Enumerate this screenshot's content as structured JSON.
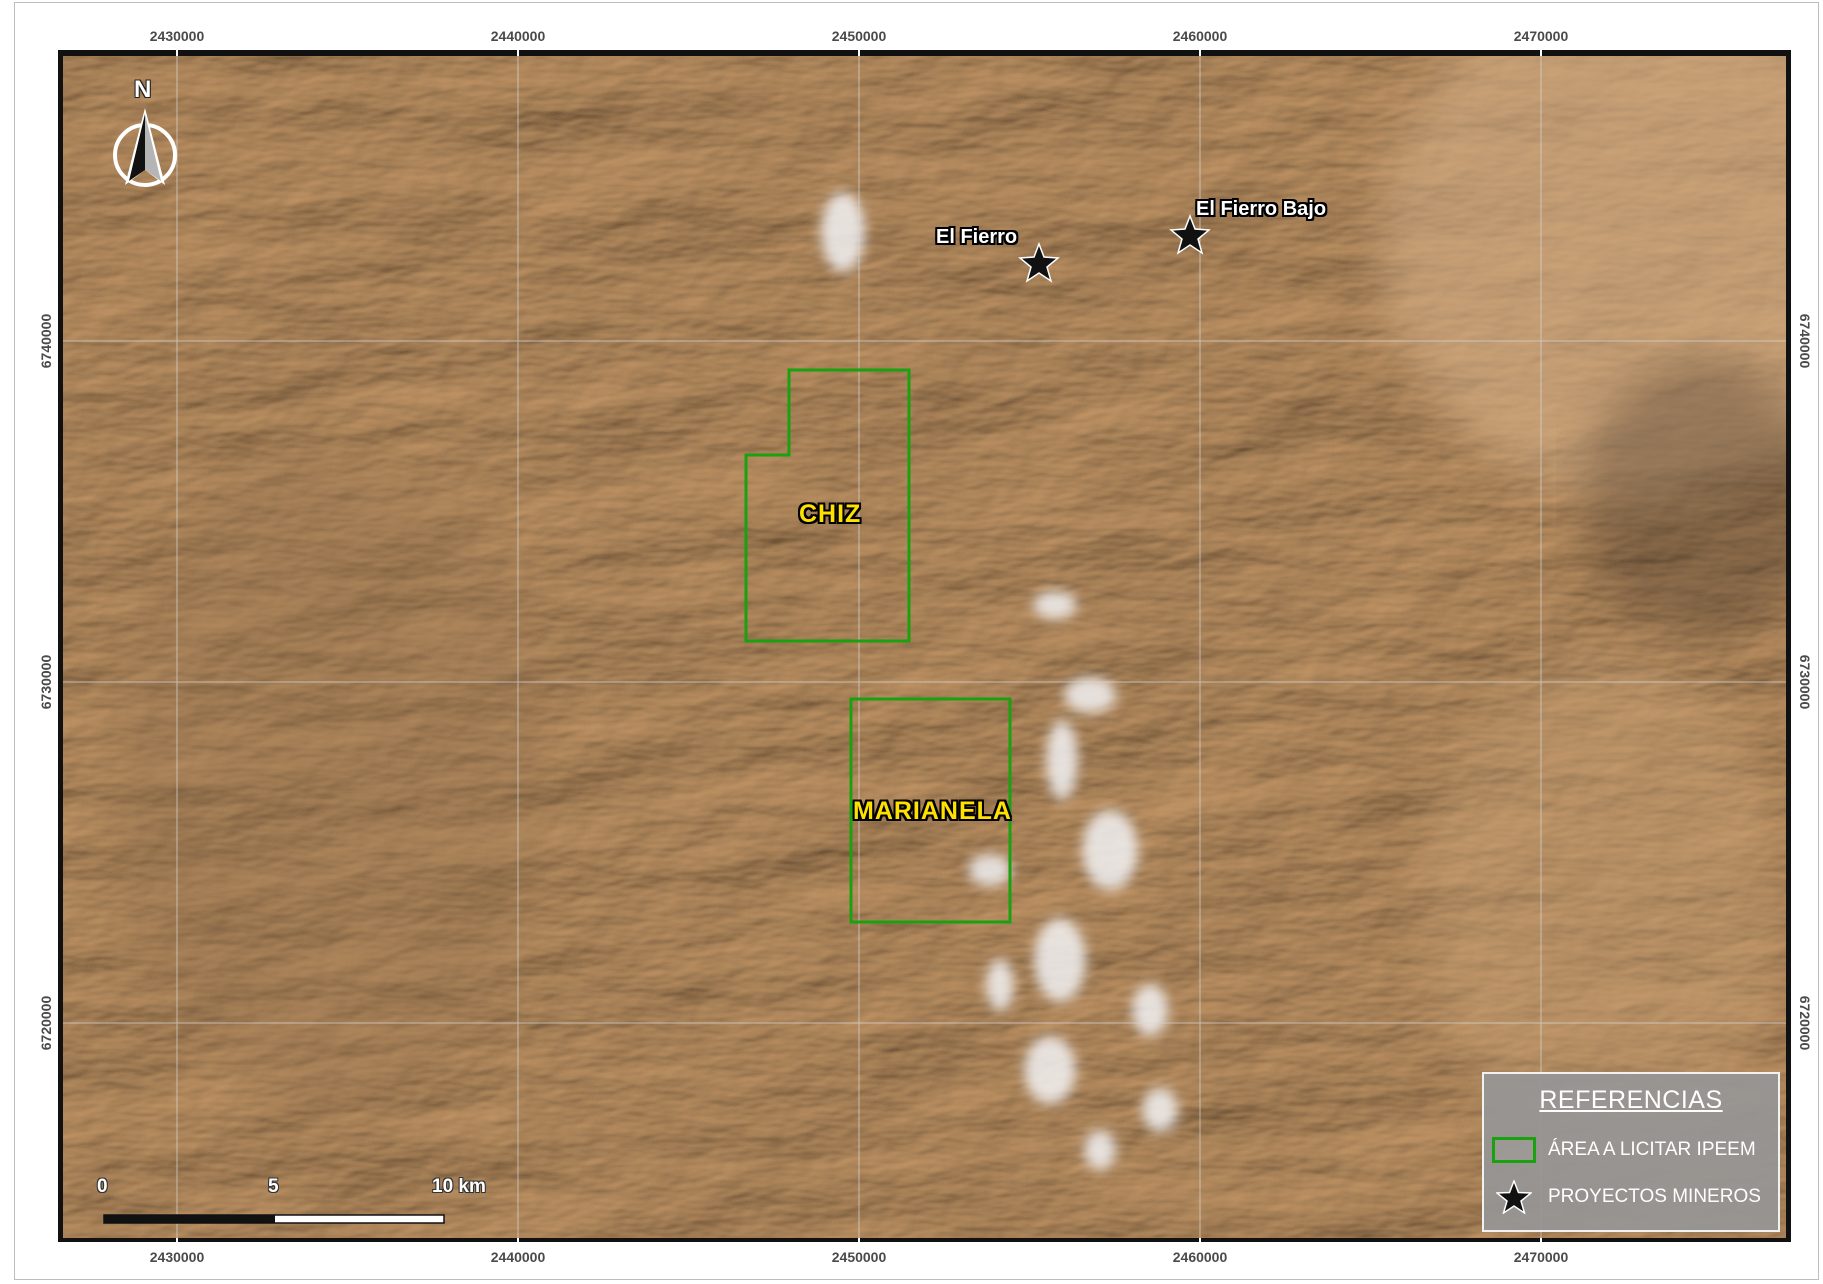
{
  "map": {
    "easting_ticks": [
      "2430000",
      "2440000",
      "2450000",
      "2460000",
      "2470000"
    ],
    "northing_ticks": [
      "6740000",
      "6730000",
      "6720000"
    ],
    "areas": [
      {
        "label": "CHIZ"
      },
      {
        "label": "MARIANELA"
      }
    ],
    "projects": [
      {
        "label": "El Fierro"
      },
      {
        "label": "El Fierro Bajo"
      }
    ],
    "north_arrow": {
      "letter": "N",
      "icon": "north-arrow-icon"
    },
    "scale_bar": {
      "labels": [
        "0",
        "5",
        "10 km"
      ]
    },
    "colors": {
      "area_outline": "#19a10f",
      "area_label": "#ffe100",
      "terrain": "#b68c5f",
      "snow": "#f2f2f4"
    }
  },
  "legend": {
    "title": "REFERENCIAS",
    "items": [
      {
        "label": "ÁREA A LICITAR IPEEM",
        "icon": "green-rectangle-swatch"
      },
      {
        "label": "PROYECTOS MINEROS",
        "icon": "star-icon"
      }
    ]
  }
}
